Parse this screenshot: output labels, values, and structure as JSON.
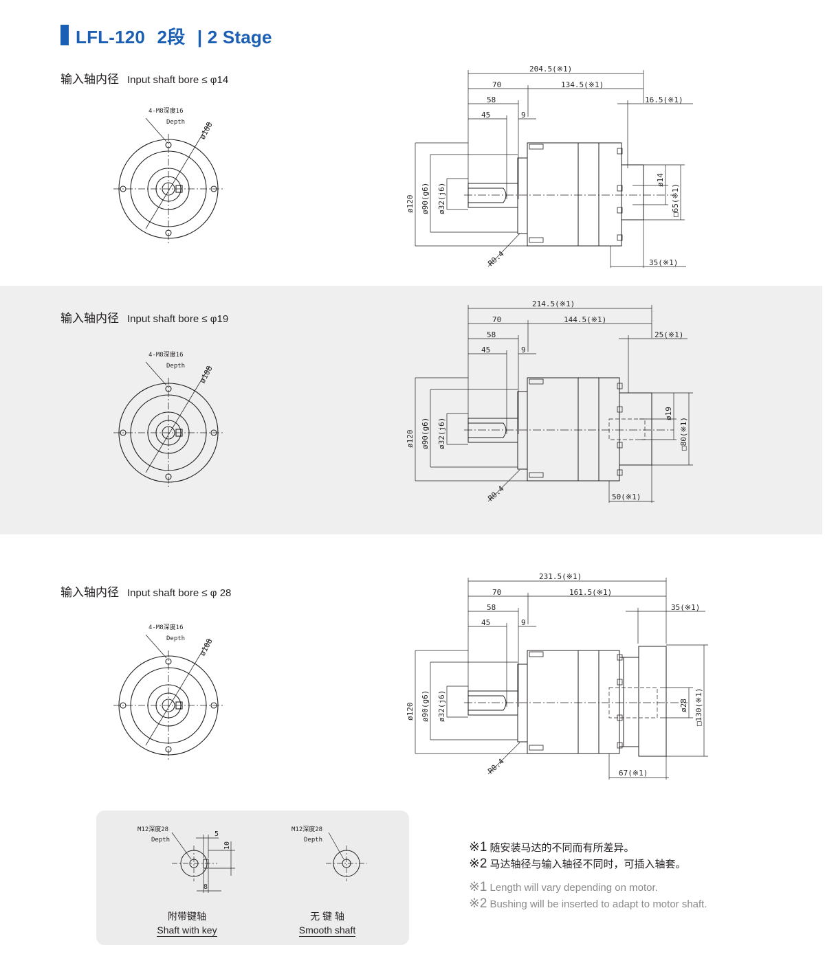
{
  "header": {
    "model": "LFL-120",
    "stage_cn": "2段",
    "stage_en": "| 2 Stage",
    "accent_color": "#1a5fb4"
  },
  "sections": [
    {
      "bore_cn": "输入轴内径",
      "bore_en": "Input shaft bore  ≤ φ14",
      "front": {
        "hole_label": "4-M8深度16",
        "hole_label_en": "Depth",
        "pcd": "ø108"
      },
      "side": {
        "total": "204.5(※1)",
        "d70": "70",
        "rest": "134.5(※1)",
        "d58": "58",
        "d45": "45",
        "d9": "9",
        "flange": "16.5(※1)",
        "dia_body": "ø120",
        "dia_pilot": "ø90(g6)",
        "dia_shaft": "ø32(j6)",
        "bore": "ø14",
        "square": "□65(※1)",
        "radius": "R0.4",
        "depth": "35(※1)"
      }
    },
    {
      "bore_cn": "输入轴内径",
      "bore_en": "Input shaft bore  ≤ φ19",
      "front": {
        "hole_label": "4-M8深度16",
        "hole_label_en": "Depth",
        "pcd": "ø108"
      },
      "side": {
        "total": "214.5(※1)",
        "d70": "70",
        "rest": "144.5(※1)",
        "d58": "58",
        "d45": "45",
        "d9": "9",
        "flange": "25(※1)",
        "dia_body": "ø120",
        "dia_pilot": "ø90(g6)",
        "dia_shaft": "ø32(j6)",
        "bore": "ø19",
        "square": "□80(※1)",
        "radius": "R0.4",
        "depth": "50(※1)"
      }
    },
    {
      "bore_cn": "输入轴内径",
      "bore_en": "Input shaft bore  ≤ φ 28",
      "front": {
        "hole_label": "4-M8深度16",
        "hole_label_en": "Depth",
        "pcd": "ø108"
      },
      "side": {
        "total": "231.5(※1)",
        "d70": "70",
        "rest": "161.5(※1)",
        "d58": "58",
        "d45": "45",
        "d9": "9",
        "flange": "35(※1)",
        "dia_body": "ø120",
        "dia_pilot": "ø90(g6)",
        "dia_shaft": "ø32(j6)",
        "bore": "ø28",
        "square": "□130(※1)",
        "radius": "R0.4",
        "depth": "67(※1)"
      }
    }
  ],
  "shaft_options": [
    {
      "label_tap": "M12深度28",
      "label_depth": "Depth",
      "dim_a": "5",
      "dim_b": "10",
      "dim_c": "8",
      "caption_cn": "附带键轴",
      "caption_en": "Shaft with key"
    },
    {
      "label_tap": "M12深度28",
      "label_depth": "Depth",
      "caption_cn": "无 键 轴",
      "caption_en": "Smooth shaft"
    }
  ],
  "notes": {
    "cn": [
      {
        "mark": "※1",
        "text": "随安装马达的不同而有所差异。"
      },
      {
        "mark": "※2",
        "text": "马达轴径与输入轴径不同时，可插入轴套。"
      }
    ],
    "en": [
      {
        "mark": "※1",
        "text": "Length will vary depending on motor."
      },
      {
        "mark": "※2",
        "text": "Bushing will be inserted to adapt to motor shaft."
      }
    ]
  }
}
